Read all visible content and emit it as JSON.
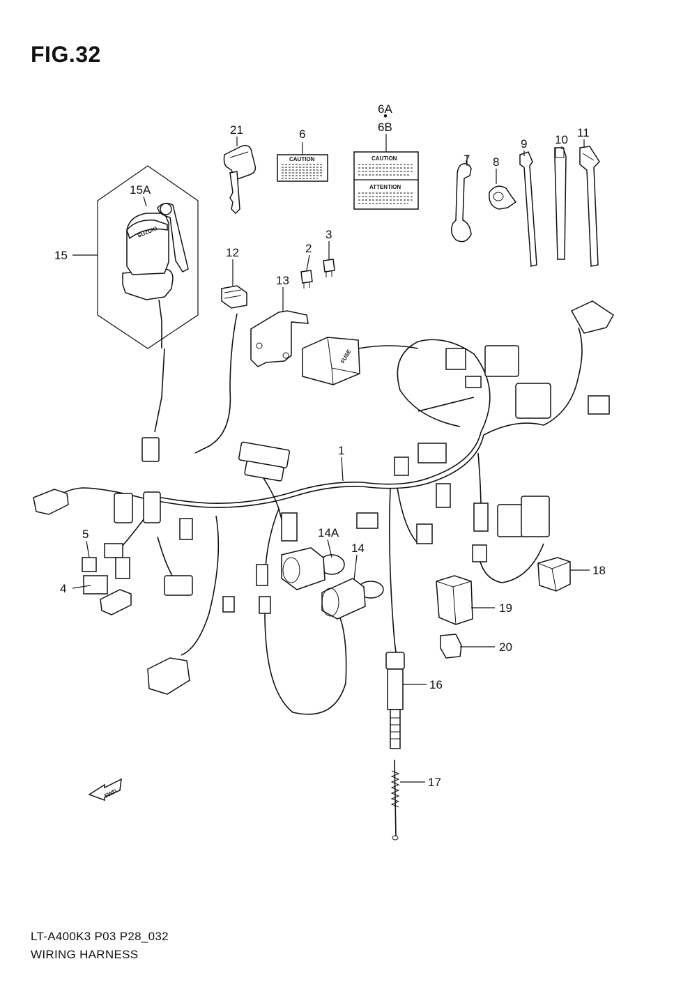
{
  "figure": {
    "title": "FIG.32",
    "model_code": "LT-A400K3 P03 P28_032",
    "name": "WIRING HARNESS"
  },
  "callouts": {
    "c1": "1",
    "c2": "2",
    "c3": "3",
    "c4": "4",
    "c5": "5",
    "c6": "6",
    "c6a": "6A",
    "c6dot": "•",
    "c6b": "6B",
    "c7": "7",
    "c8": "8",
    "c9": "9",
    "c10": "10",
    "c11": "11",
    "c12": "12",
    "c13": "13",
    "c14": "14",
    "c14a": "14A",
    "c15": "15",
    "c15a": "15A",
    "c16": "16",
    "c17": "17",
    "c18": "18",
    "c19": "19",
    "c20": "20",
    "c21": "21"
  },
  "part_markings": {
    "caution_label": "CAUTION",
    "caution_label_2": "CAUTION",
    "attention_label": "ATTENTION",
    "fuse_box": "FUSE",
    "switch_brand": "SUZUKI",
    "direction_arrow": "FWD"
  }
}
